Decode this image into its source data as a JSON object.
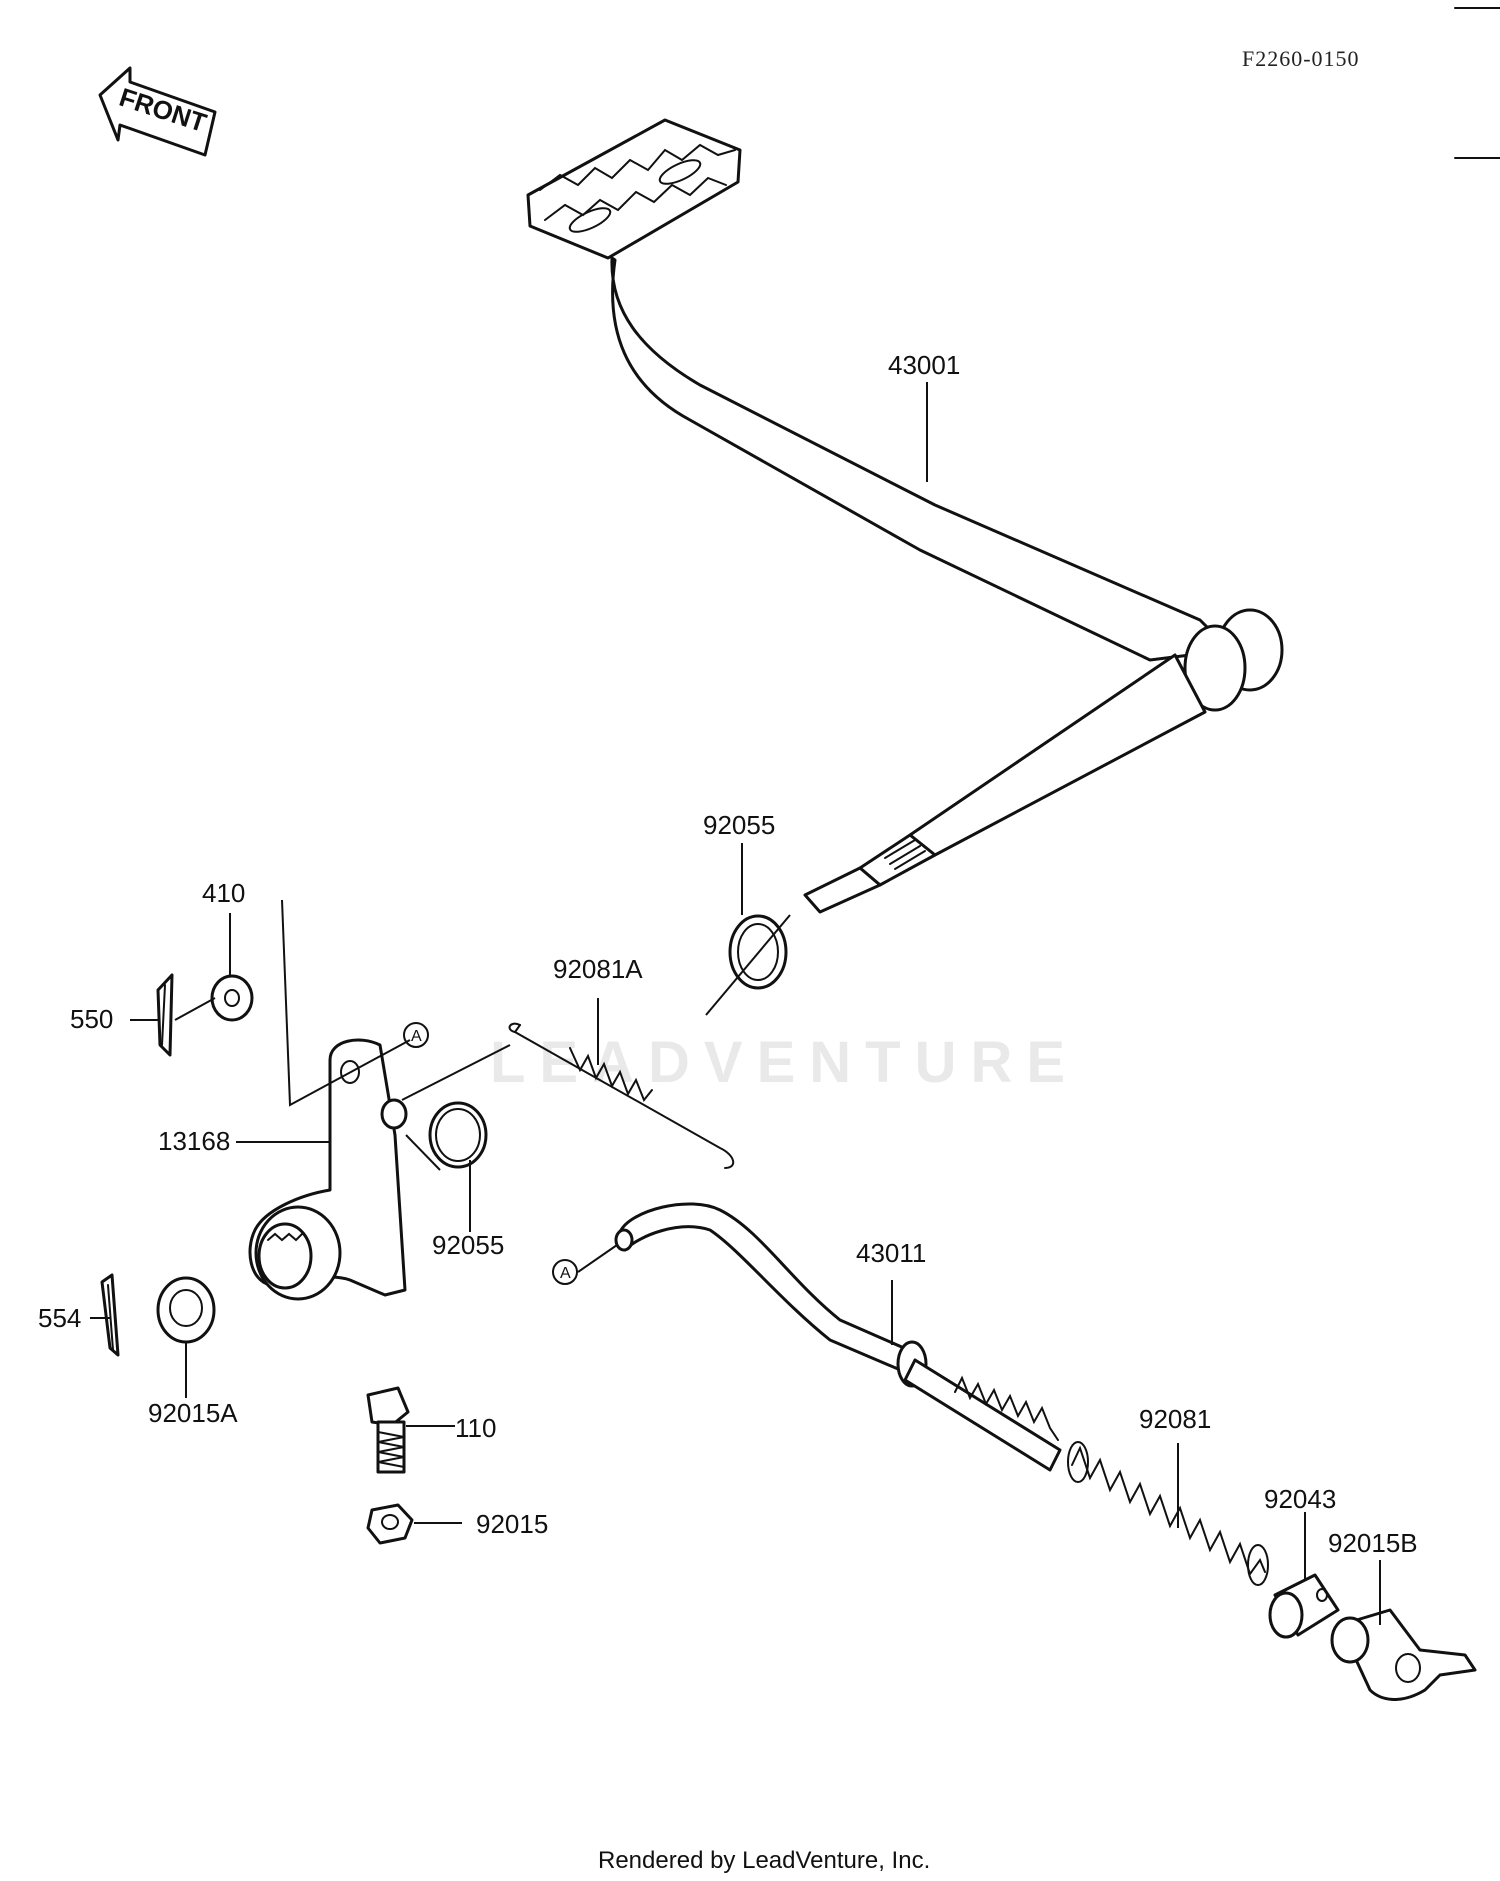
{
  "diagram": {
    "code": "F2260-0150",
    "front_label": "FRONT",
    "watermark": "LEADVENTURE",
    "footer": "Rendered by LeadVenture, Inc.",
    "ref_marker": "A",
    "labels": {
      "p43001": "43001",
      "p92055_top": "92055",
      "p410": "410",
      "p550": "550",
      "p92081A": "92081A",
      "p13168": "13168",
      "p92055_mid": "92055",
      "p43011": "43011",
      "p554": "554",
      "p92015A": "92015A",
      "p110": "110",
      "p92081": "92081",
      "p92043": "92043",
      "p92015B": "92015B",
      "p92015": "92015"
    }
  }
}
